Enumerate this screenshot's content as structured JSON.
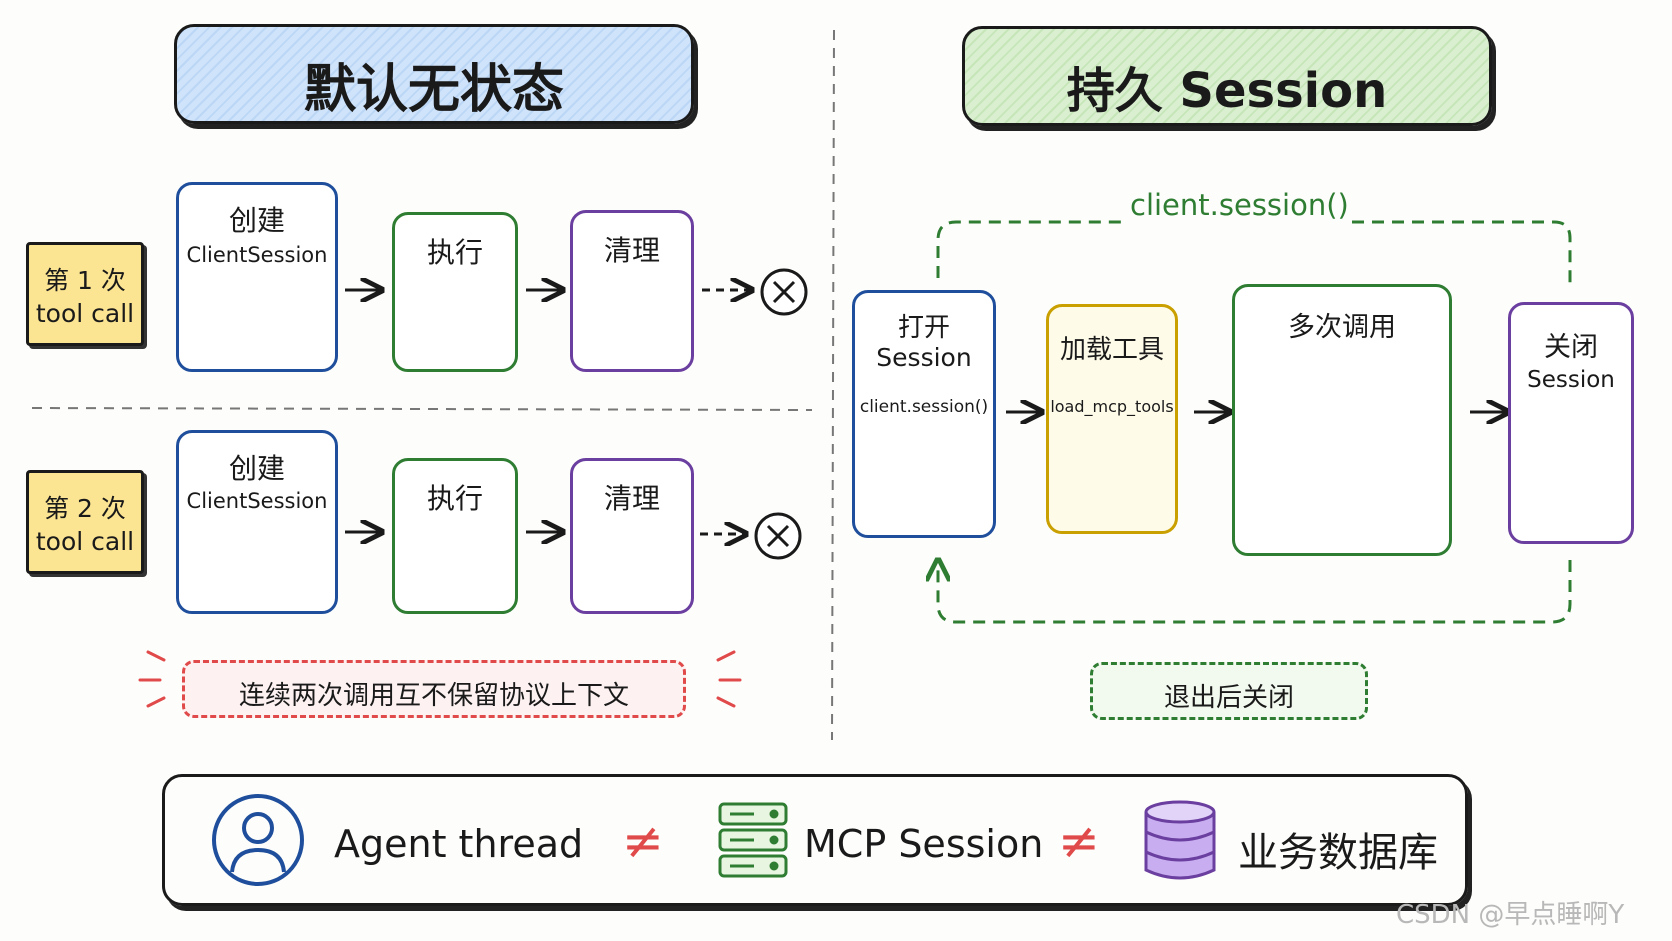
{
  "left": {
    "title": "默认无状态",
    "rows": [
      {
        "label_line1": "第 1 次",
        "label_line2": "tool call",
        "create_title": "创建",
        "create_sub": "ClientSession",
        "execute": "执行",
        "cleanup": "清理"
      },
      {
        "label_line1": "第 2 次",
        "label_line2": "tool call",
        "create_title": "创建",
        "create_sub": "ClientSession",
        "execute": "执行",
        "cleanup": "清理"
      }
    ],
    "note": "连续两次调用互不保留协议上下文"
  },
  "right": {
    "title": "持久 Session",
    "loop_label": "client.session()",
    "open_title_line1": "打开",
    "open_title_line2": "Session",
    "open_sub": "client.session()",
    "load_title": "加载工具",
    "load_sub": "load_mcp_tools",
    "multi_title": "多次调用",
    "close_title_line1": "关闭",
    "close_title_line2": "Session",
    "note": "退出后关闭"
  },
  "legend": {
    "agent_thread": "Agent thread",
    "neq": "≠",
    "mcp_session": "MCP Session",
    "database": "业务数据库"
  },
  "watermark": "CSDN @早点睡啊Y",
  "colors": {
    "blue": "#1f4f9c",
    "green": "#2e7d32",
    "purple": "#6b3fa0",
    "gold": "#c9a000",
    "red": "#e04a4a",
    "note_yellow": "#fbe593"
  }
}
